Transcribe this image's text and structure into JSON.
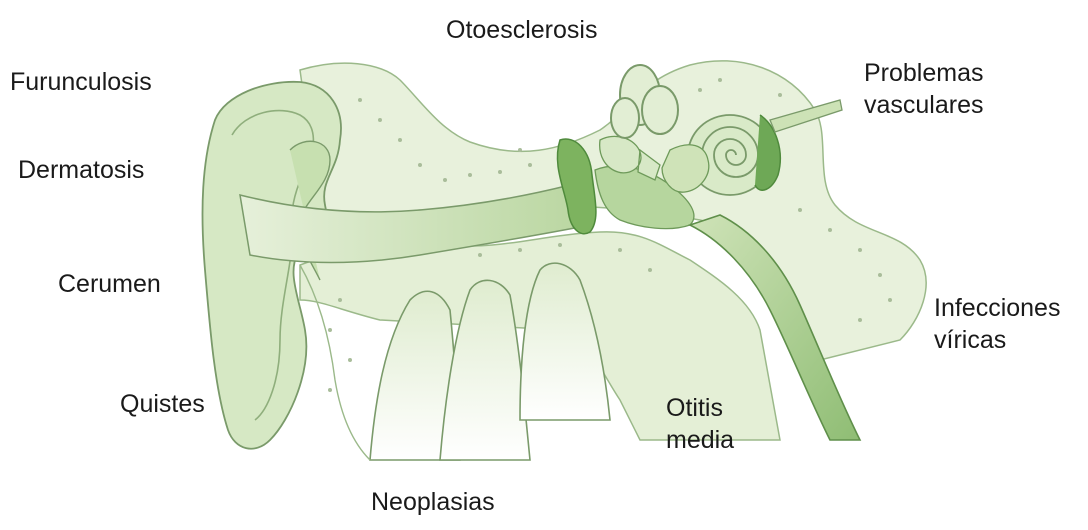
{
  "labels": {
    "otoesclerosis": "Otoesclerosis",
    "furunculosis": "Furunculosis",
    "dermatosis": "Dermatosis",
    "cerumen": "Cerumen",
    "quistes": "Quistes",
    "problemas_vasculares": [
      "Problemas",
      "vasculares"
    ],
    "infecciones_viricas": [
      "Infecciones",
      "víricas"
    ],
    "otitis_media": [
      "Otitis",
      "media"
    ],
    "neoplasias": "Neoplasias"
  },
  "colors": {
    "bone_fill": "#e8f1dc",
    "tissue_fill": "#d6e8c4",
    "light_green": "#cfe3b8",
    "mid_green": "#a8cc8c",
    "dark_green": "#6ea856",
    "outline": "#7a9a6a",
    "dots": "#a9bd9a"
  }
}
